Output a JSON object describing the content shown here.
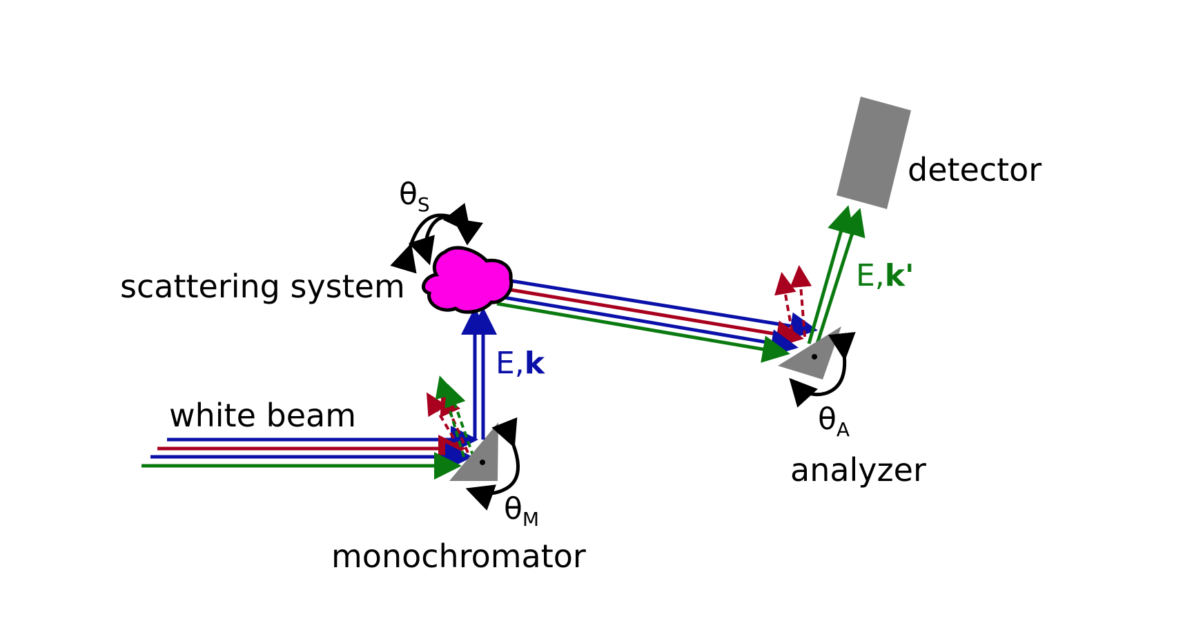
{
  "labels": {
    "white_beam": "white beam",
    "scattering_system": "scattering system",
    "monochromator": "monochromator",
    "analyzer": "analyzer",
    "detector": "detector"
  },
  "angles": {
    "theta_symbol": "θ",
    "sample_sub": "S",
    "mono_sub": "M",
    "analyzer_sub": "A"
  },
  "vectors": {
    "incident_e": "E,",
    "incident_k": "k",
    "scattered_e": "E,",
    "scattered_k": "k'"
  },
  "colors": {
    "blue": "#0a10a8",
    "red": "#a8001e",
    "green": "#0a7a10",
    "sample": "#ff00e6",
    "crystal": "#808080",
    "detector": "#808080",
    "ink": "#000000"
  }
}
